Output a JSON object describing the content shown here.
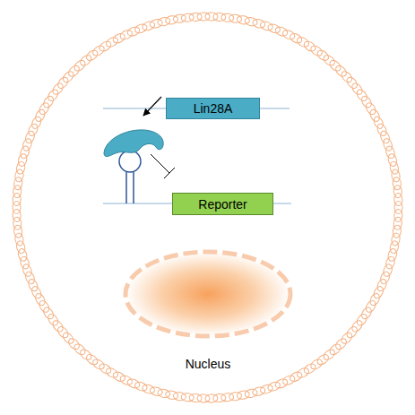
{
  "diagram": {
    "nodes": [
      {
        "text": [
          "Lin28A"
        ]
      },
      {
        "text": [
          "Reporter"
        ]
      },
      {
        "text": [
          "Nucleus"
        ]
      }
    ]
  }
}
